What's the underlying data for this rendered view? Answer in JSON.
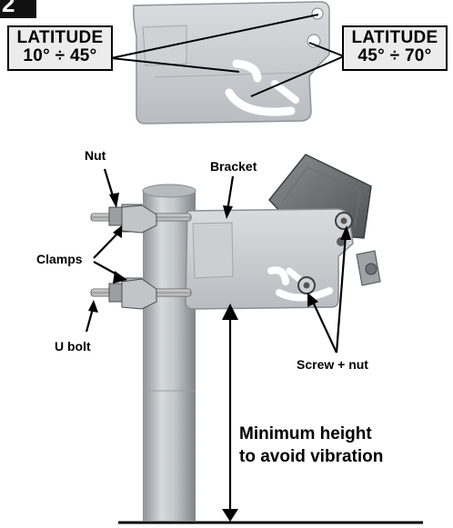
{
  "step_number": "2",
  "latitude_left": {
    "title": "LATITUDE",
    "range": "10° ÷ 45°"
  },
  "latitude_right": {
    "title": "LATITUDE",
    "range": "45° ÷ 70°"
  },
  "labels": {
    "nut": "Nut",
    "bracket": "Bracket",
    "clamps": "Clamps",
    "u_bolt": "U bolt",
    "screw_nut": "Screw + nut",
    "min_height_line1": "Minimum height",
    "min_height_line2": "to avoid vibration"
  }
}
